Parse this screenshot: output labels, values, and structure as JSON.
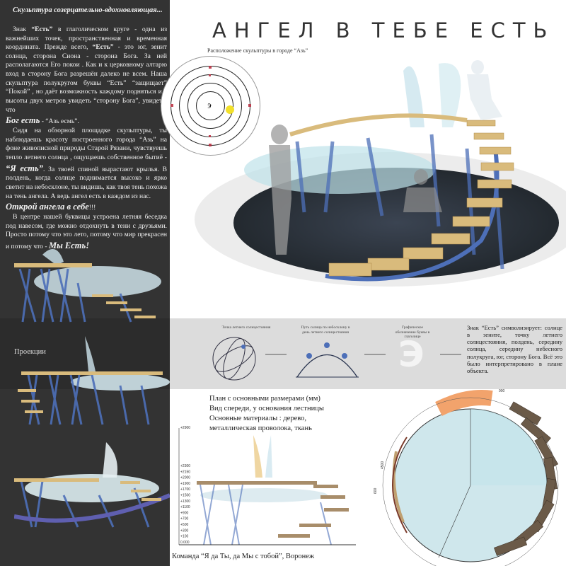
{
  "intro": {
    "heading": "Скульптура созерцательно-вдохновляющая...",
    "p1_start": "Знак ",
    "p1_est": "“Есть”",
    "p1_rest": " в глаголическом круге - одна из важнейших точек, пространственная и временная координата. Прежде всего, ",
    "p1_est2": "“Есть”",
    "p1_rest2": " - это юг, зенит солнца, сторона Сиона - сторона Бога. За ней располагаются Его покои . Как и к церковному алтарю вход в сторону Бога разрешён далеко не всем. Наша скульптура полукругом буквы “Есть” “защищает” “Покой” , но даёт возможность каждому подняться и с высоты двух метров увидеть “сторону Бога”, увидеть, что",
    "god_is": "Бог есть",
    "az_est": " - “Азь есмь”.",
    "p2": "Сидя на обзорной площадке скульптуры, ты наблюдаешь красоту построенного города “Азь” на фоне живописной природы Старой Рязани, чувствуешь тепло летнего солнца , ощущаешь собственное бытиё - ",
    "i_am": "“Я есть”",
    "p2_rest": ". За твоей спиной вырастают крылья. В полдень, когда солнце поднимается высоко и ярко светит на небосклоне, ты видишь, как твоя тень похожа на тень ангела. А ведь ангел есть в каждом из нас.",
    "open_angel": "Открой ангела в себе",
    "exclaim": "!!!",
    "p3": "В центре нашей буквицы устроена летняя беседка под навесом, где можно отдохнуть в тени с друзьями. Просто потому что это лето, потому что мир прекрасен и потому что - ",
    "we_are": "Мы Есть!"
  },
  "title": "АНГЕЛ В ТЕБЕ ЕСТЬ",
  "location_caption": "Расположение скульптуры в городе “Азь”",
  "projections_label": "Проекции",
  "steps": {
    "step1": "Точка летнего солнцестояния",
    "step2": "Путь солнца по небосклону в день летнего солнцестояния",
    "step3": "Графическое обозначение буквы в глаголице",
    "glyph": "Э"
  },
  "sign_text": "Знак “Есть” символизирует: солнце в зените, точку летнего солнцестояния, полдень, середину солнца, середину небесного полукруга, юг, сторону Бога. Всё это было интерпретировано в плане объекта.",
  "plan": {
    "line1": "План с основными размерами (мм)",
    "line2": "Вид спереди, у основания лестницы",
    "line3": "Основные материалы : дерево,",
    "line4": "металлическая проволока, ткань"
  },
  "dims": {
    "top": "+2900",
    "levels": [
      "+2300",
      "+2150",
      "+2000",
      "+1900",
      "+1700",
      "+1500",
      "+1300",
      "+1100",
      "+900",
      "+700",
      "+500",
      "+300",
      "+100",
      "0.000"
    ],
    "plan_top": "900",
    "plan_side": "4500",
    "plan_small": "600"
  },
  "team": "Команда “Я да Ты, да Мы с тобой”, Воронеж",
  "colors": {
    "dark_panel": "#333333",
    "wood": "#d9bb7c",
    "wire_blue": "#4d6fb8",
    "glass": "#bfe3ea",
    "sun": "#f2e02a"
  }
}
